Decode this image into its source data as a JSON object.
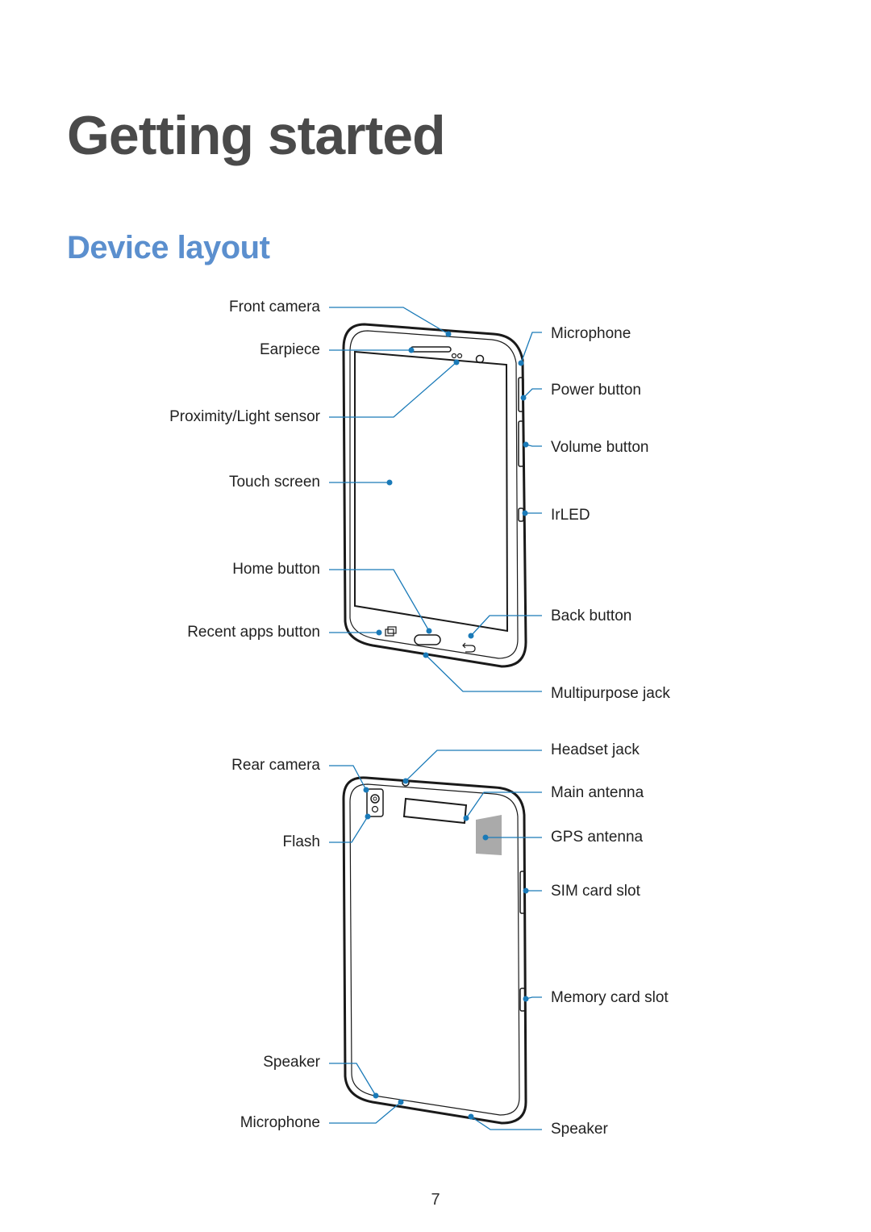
{
  "page": {
    "title": "Getting started",
    "subtitle": "Device layout",
    "page_number": "7"
  },
  "front": {
    "left": {
      "front_camera": "Front camera",
      "earpiece": "Earpiece",
      "proximity_sensor": "Proximity/Light sensor",
      "touch_screen": "Touch screen",
      "home_button": "Home button",
      "recent_apps_button": "Recent apps button"
    },
    "right": {
      "microphone": "Microphone",
      "power_button": "Power button",
      "volume_button": "Volume button",
      "irled": "IrLED",
      "back_button": "Back button",
      "multipurpose_jack": "Multipurpose jack"
    }
  },
  "back": {
    "left": {
      "rear_camera": "Rear camera",
      "flash": "Flash",
      "speaker": "Speaker",
      "microphone": "Microphone"
    },
    "right": {
      "headset_jack": "Headset jack",
      "main_antenna": "Main antenna",
      "gps_antenna": "GPS antenna",
      "sim_card_slot": "SIM card slot",
      "memory_card_slot": "Memory card slot",
      "speaker": "Speaker"
    }
  },
  "colors": {
    "callout": "#1a7ab8",
    "heading": "#4a4a4a",
    "subheading": "#5b8fce"
  }
}
